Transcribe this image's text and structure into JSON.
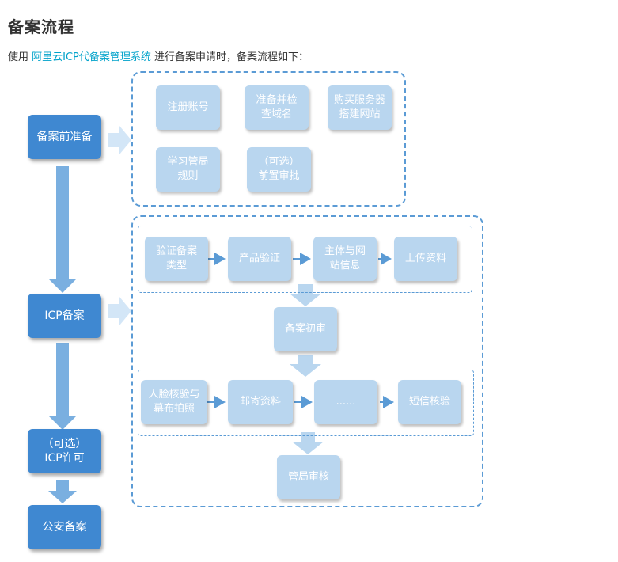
{
  "title": "备案流程",
  "intro": {
    "prefix": "使用 ",
    "link": "阿里云ICP代备案管理系统",
    "suffix": " 进行备案申请时，备案流程如下："
  },
  "steps": {
    "pre": "备案前准备",
    "icp": "ICP备案",
    "license_line1": "（可选）",
    "license_line2": "ICP许可",
    "police": "公安备案"
  },
  "prep": {
    "register": "注册账号",
    "check_line1": "准备并检",
    "check_line2": "查域名",
    "buy_line1": "购买服务器",
    "buy_line2": "搭建网站",
    "rules_line1": "学习管局",
    "rules_line2": "规则",
    "pre_line1": "（可选）",
    "pre_line2": "前置审批"
  },
  "icp_flow": {
    "type_line1": "验证备案",
    "type_line2": "类型",
    "product": "产品验证",
    "entity_line1": "主体与网",
    "entity_line2": "站信息",
    "upload": "上传资料",
    "initial": "备案初审",
    "face_line1": "人脸核验与",
    "face_line2": "幕布拍照",
    "mail": "邮寄资料",
    "ellipsis": "......",
    "sms": "短信核验",
    "bureau": "管局审核"
  }
}
